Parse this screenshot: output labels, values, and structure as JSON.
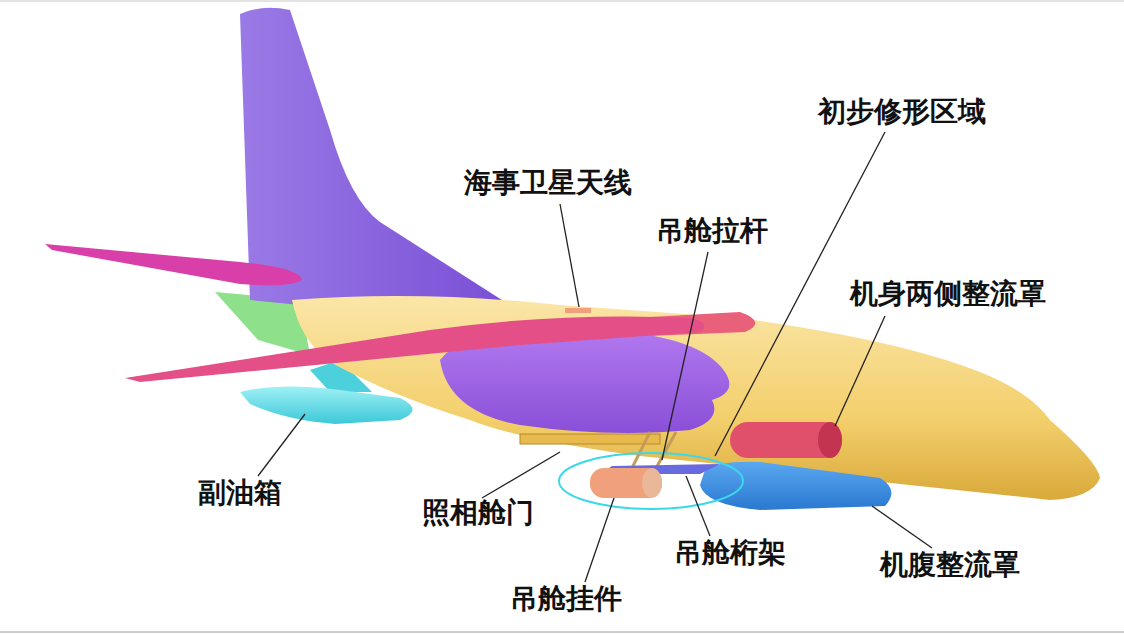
{
  "diagram": {
    "labels": [
      "初步修形区域",
      "海事卫星天线",
      "吊舱拉杆",
      "机身两侧整流罩",
      "副油箱",
      "照相舱门",
      "吊舱桁架",
      "机腹整流罩",
      "吊舱挂件"
    ]
  }
}
